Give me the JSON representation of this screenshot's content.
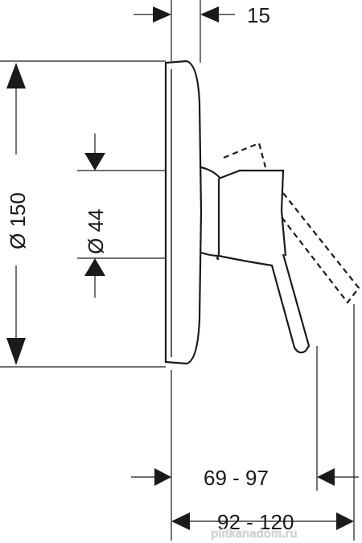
{
  "dimensions": {
    "top_depth": "15",
    "diameter_outer": "Ø 150",
    "diameter_inner": "Ø 44",
    "handle_range": "69 - 97",
    "total_range": "92 - 120"
  },
  "watermark": "plitkanadom.ru"
}
